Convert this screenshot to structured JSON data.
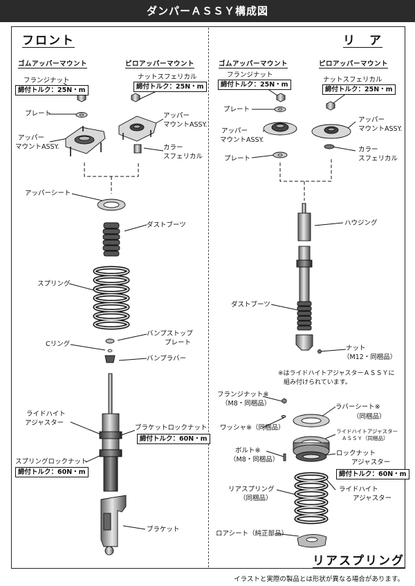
{
  "header": {
    "title": "ダンパーＡＳＳＹ構成図"
  },
  "front": {
    "title": "フロント",
    "rubber_mount": "ゴムアッパーマウント",
    "pillow_mount": "ピロアッパーマウント",
    "labels": {
      "flange_nut": "フランジナット",
      "torque_flange": "締付トルク：25N・m",
      "plate": "プレート",
      "upper_mount_1": "アッパー",
      "upper_mount_2": "マウントASSY.",
      "nut_spherical": "ナットスフェリカル",
      "torque_nut": "締付トルク：25N・m",
      "pillow_upper_1": "アッパー",
      "pillow_upper_2": "マウントASSY.",
      "collar_1": "カラー",
      "collar_2": "スフェリカル",
      "upper_sheet": "アッパーシート",
      "dust_boot": "ダストブーツ",
      "spring": "スプリング",
      "bumpstop_plate_1": "バンプストップ",
      "bumpstop_plate_2": "プレート",
      "c_ring": "Cリング",
      "bump_rubber": "バンプラバー",
      "ride_height_1": "ライドハイト",
      "ride_height_2": "アジャスター",
      "bracket_locknut": "ブラケットロックナット",
      "torque_bracket": "締付トルク：60N・m",
      "spring_locknut": "スプリングロックナット",
      "torque_spring": "締付トルク：60N・m",
      "bracket": "ブラケット"
    }
  },
  "rear": {
    "title": "リ　ア",
    "rubber_mount": "ゴムアッパーマウント",
    "pillow_mount": "ピロアッパーマウント",
    "labels": {
      "flange_nut": "フランジナット",
      "torque_flange": "締付トルク：25N・m",
      "plate_top": "プレート",
      "upper_mount_1": "アッパー",
      "upper_mount_2": "マウントASSY.",
      "plate_bottom": "プレート",
      "nut_spherical": "ナットスフェリカル",
      "torque_nut": "締付トルク：25N・m",
      "pillow_upper_1": "アッパー",
      "pillow_upper_2": "マウントASSY.",
      "collar_1": "カラー",
      "collar_2": "スフェリカル",
      "housing": "ハウジング",
      "dust_boot": "ダストブーツ",
      "nut_1": "ナット",
      "nut_2": "（M12・同梱品）"
    },
    "note_1": "※はライドハイトアジャスターＡＳＳＹに",
    "note_2": "組み付けられています。"
  },
  "rear_spring": {
    "title": "リアスプリング",
    "labels": {
      "flange_nut_1": "フランジナット※",
      "flange_nut_2": "（M8・同梱品）",
      "washer": "ワッシャ※（同梱品）",
      "rubber_sheet_1": "ラバーシート※",
      "rubber_sheet_2": "（同梱品）",
      "rh_assy_1": "ライドハイトアジャスター",
      "rh_assy_2": "ＡＳＳＹ（同梱品）",
      "bolt_1": "ボルト※",
      "bolt_2": "（M8・同梱品）",
      "locknut_1": "ロックナット",
      "locknut_2": "アジャスター",
      "torque_locknut": "締付トルク：60N・m",
      "rear_spring_1": "リアスプリング",
      "rear_spring_2": "（同梱品）",
      "ride_height_1": "ライドハイト",
      "ride_height_2": "アジャスター",
      "lower_seat": "ロアシート（純正部品）"
    }
  },
  "footer": {
    "note": "イラストと実際の製品とは形状が異なる場合があります。"
  }
}
